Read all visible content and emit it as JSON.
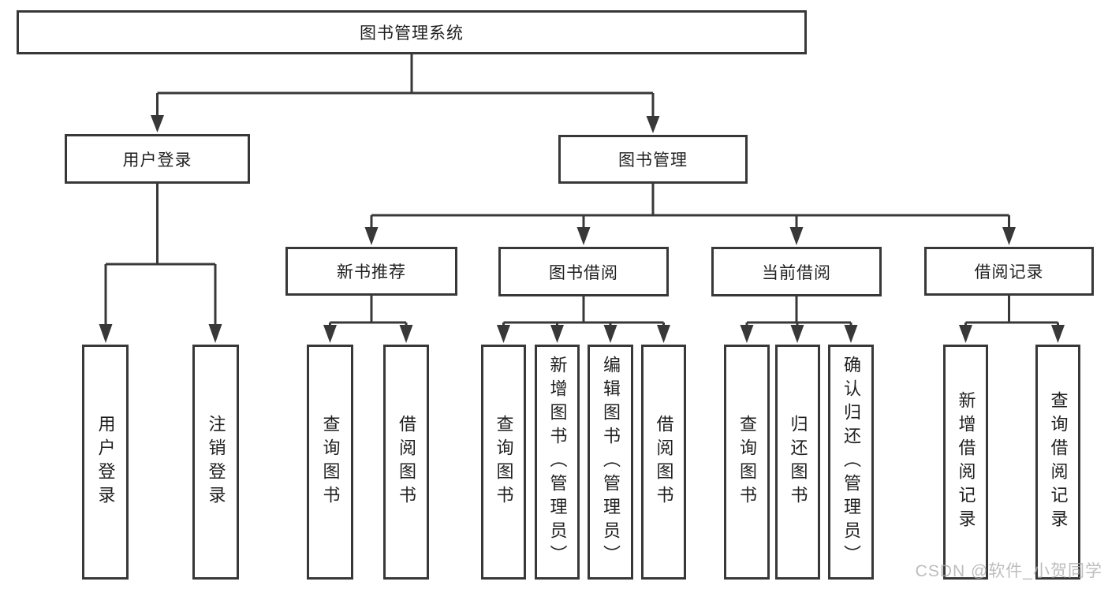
{
  "diagram": {
    "root": {
      "label": "图书管理系统"
    },
    "branches": [
      {
        "label": "用户登录",
        "children": [
          {
            "label": "用户登录"
          },
          {
            "label": "注销登录"
          }
        ]
      },
      {
        "label": "图书管理",
        "children": [
          {
            "label": "新书推荐",
            "children": [
              {
                "label": "查询图书"
              },
              {
                "label": "借阅图书"
              }
            ]
          },
          {
            "label": "图书借阅",
            "children": [
              {
                "label": "查询图书"
              },
              {
                "label": "新增图书（管理员）"
              },
              {
                "label": "编辑图书（管理员）"
              },
              {
                "label": "借阅图书"
              }
            ]
          },
          {
            "label": "当前借阅",
            "children": [
              {
                "label": "查询图书"
              },
              {
                "label": "归还图书"
              },
              {
                "label": "确认归还（管理员）"
              }
            ]
          },
          {
            "label": "借阅记录",
            "children": [
              {
                "label": "新增借阅记录"
              },
              {
                "label": "查询借阅记录"
              }
            ]
          }
        ]
      }
    ]
  },
  "watermark": {
    "text": "CSDN @软件_小贺同学"
  },
  "colors": {
    "line": "#383838",
    "text": "#1f1f1f",
    "background": "#ffffff",
    "watermark": "#acacac"
  }
}
